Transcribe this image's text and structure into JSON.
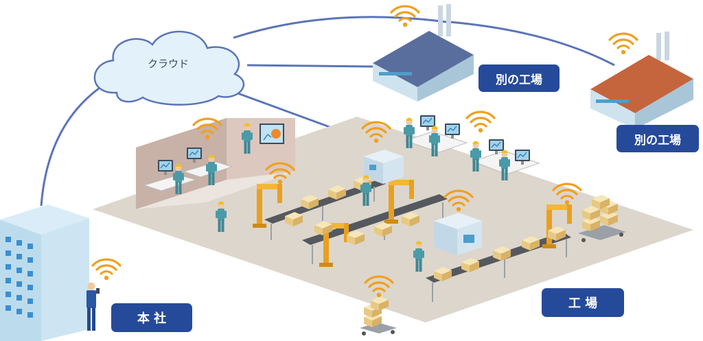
{
  "cloud": {
    "label": "クラウド"
  },
  "labels": {
    "branch_factory_1": "別の工場",
    "branch_factory_2": "別の工場",
    "headquarters": "本 社",
    "factory": "工 場"
  },
  "colors": {
    "label_bg": "#264a9a",
    "network_line": "#5b74b8",
    "wifi": "#f0a020",
    "floor": "#ddd6cc",
    "worker": "#4a9aa8",
    "robot_arm": "#e8a020",
    "roof_blue": "#5a6e9e",
    "roof_red": "#c5653d"
  },
  "icons": [
    "wifi-icon",
    "cloud-icon",
    "building-icon",
    "factory-icon",
    "robot-arm-icon",
    "conveyor-icon",
    "worker-icon",
    "monitor-icon",
    "box-icon"
  ]
}
